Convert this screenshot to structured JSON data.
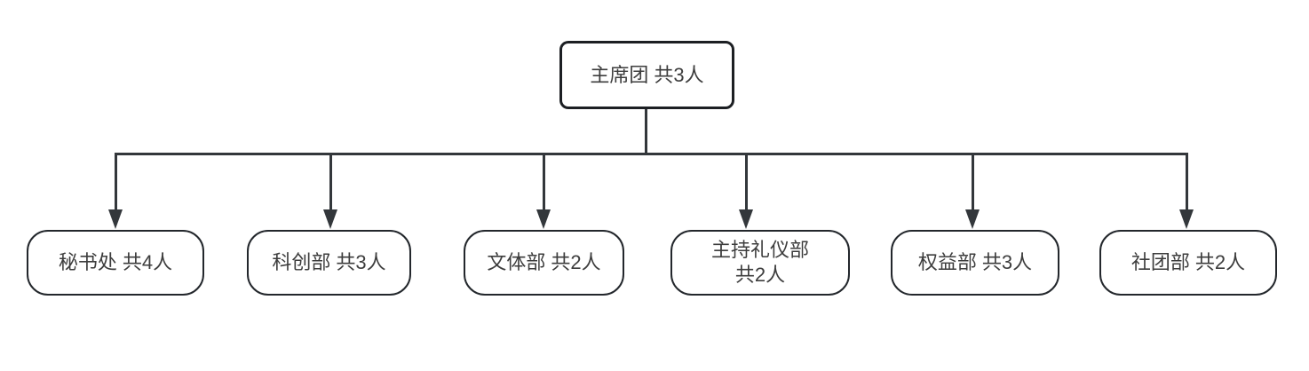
{
  "diagram": {
    "root": {
      "label": "主席团 共3人"
    },
    "children": [
      {
        "label": "秘书处 共4人"
      },
      {
        "label": "科创部 共3人"
      },
      {
        "label": "文体部 共2人"
      },
      {
        "label": "主持礼仪部\n共2人"
      },
      {
        "label": "权益部 共3人"
      },
      {
        "label": "社团部 共2人"
      }
    ]
  },
  "colors": {
    "background": "#ffffff",
    "line": "#33373b",
    "border-root": "#1c1f23",
    "border-child": "#23272c",
    "text": "#3d3d3d"
  }
}
